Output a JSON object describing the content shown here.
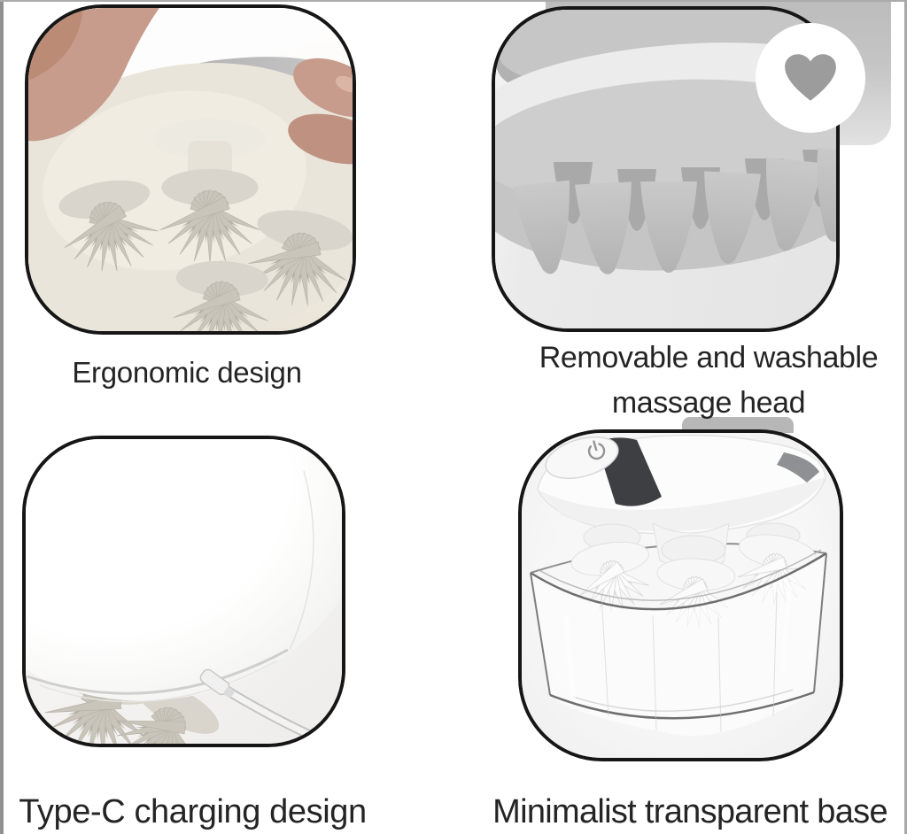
{
  "gallery": {
    "features": [
      {
        "id": "ergonomic",
        "caption": "Ergonomic design"
      },
      {
        "id": "removable-head",
        "caption_lines": [
          "Removable and washable",
          "massage head"
        ]
      },
      {
        "id": "type-c-charging",
        "caption": "Type-C charging design"
      },
      {
        "id": "transparent-base",
        "caption": "Minimalist transparent base"
      }
    ]
  },
  "wishlist_button": {
    "icon": "heart-icon",
    "heart_color": "#9c9c9c",
    "circle_color": "#ffffff"
  },
  "icons": [
    "heart-icon",
    "power-icon"
  ],
  "style": {
    "page_background": "#ffffff",
    "card_border_color": "#161616",
    "caption_color": "#242424",
    "edge_line_color": "#909090"
  }
}
